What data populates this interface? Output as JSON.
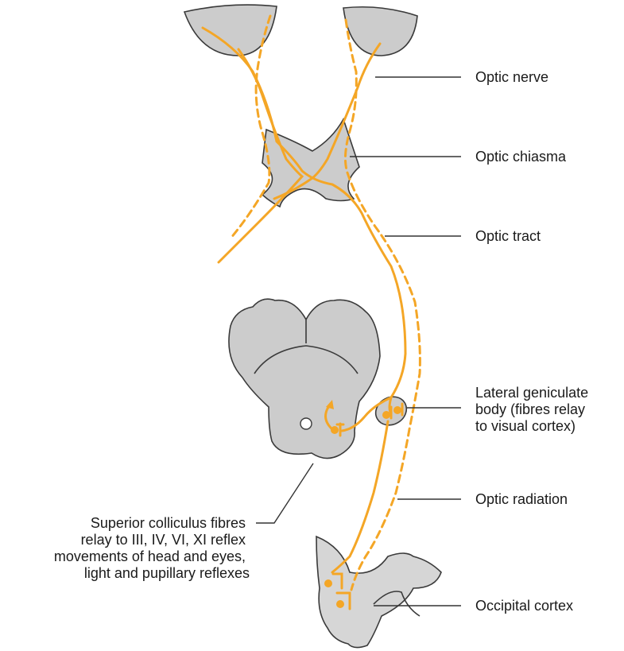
{
  "labels": {
    "optic_nerve": "Optic nerve",
    "optic_chiasma": "Optic chiasma",
    "optic_tract": "Optic tract",
    "lateral_geniculate": [
      "Lateral geniculate",
      "body (fibres relay",
      "to visual cortex)"
    ],
    "optic_radiation": "Optic radiation",
    "occipital_cortex": "Occipital cortex",
    "superior_colliculus": [
      "Superior colliculus fibres",
      "relay to III, IV, VI, XI reflex",
      "movements of head and eyes,",
      "light and pupillary reflexes"
    ]
  },
  "colors": {
    "fibre": "#f4a626",
    "tissue": "#cccccc",
    "outline": "#3a3a3a"
  }
}
